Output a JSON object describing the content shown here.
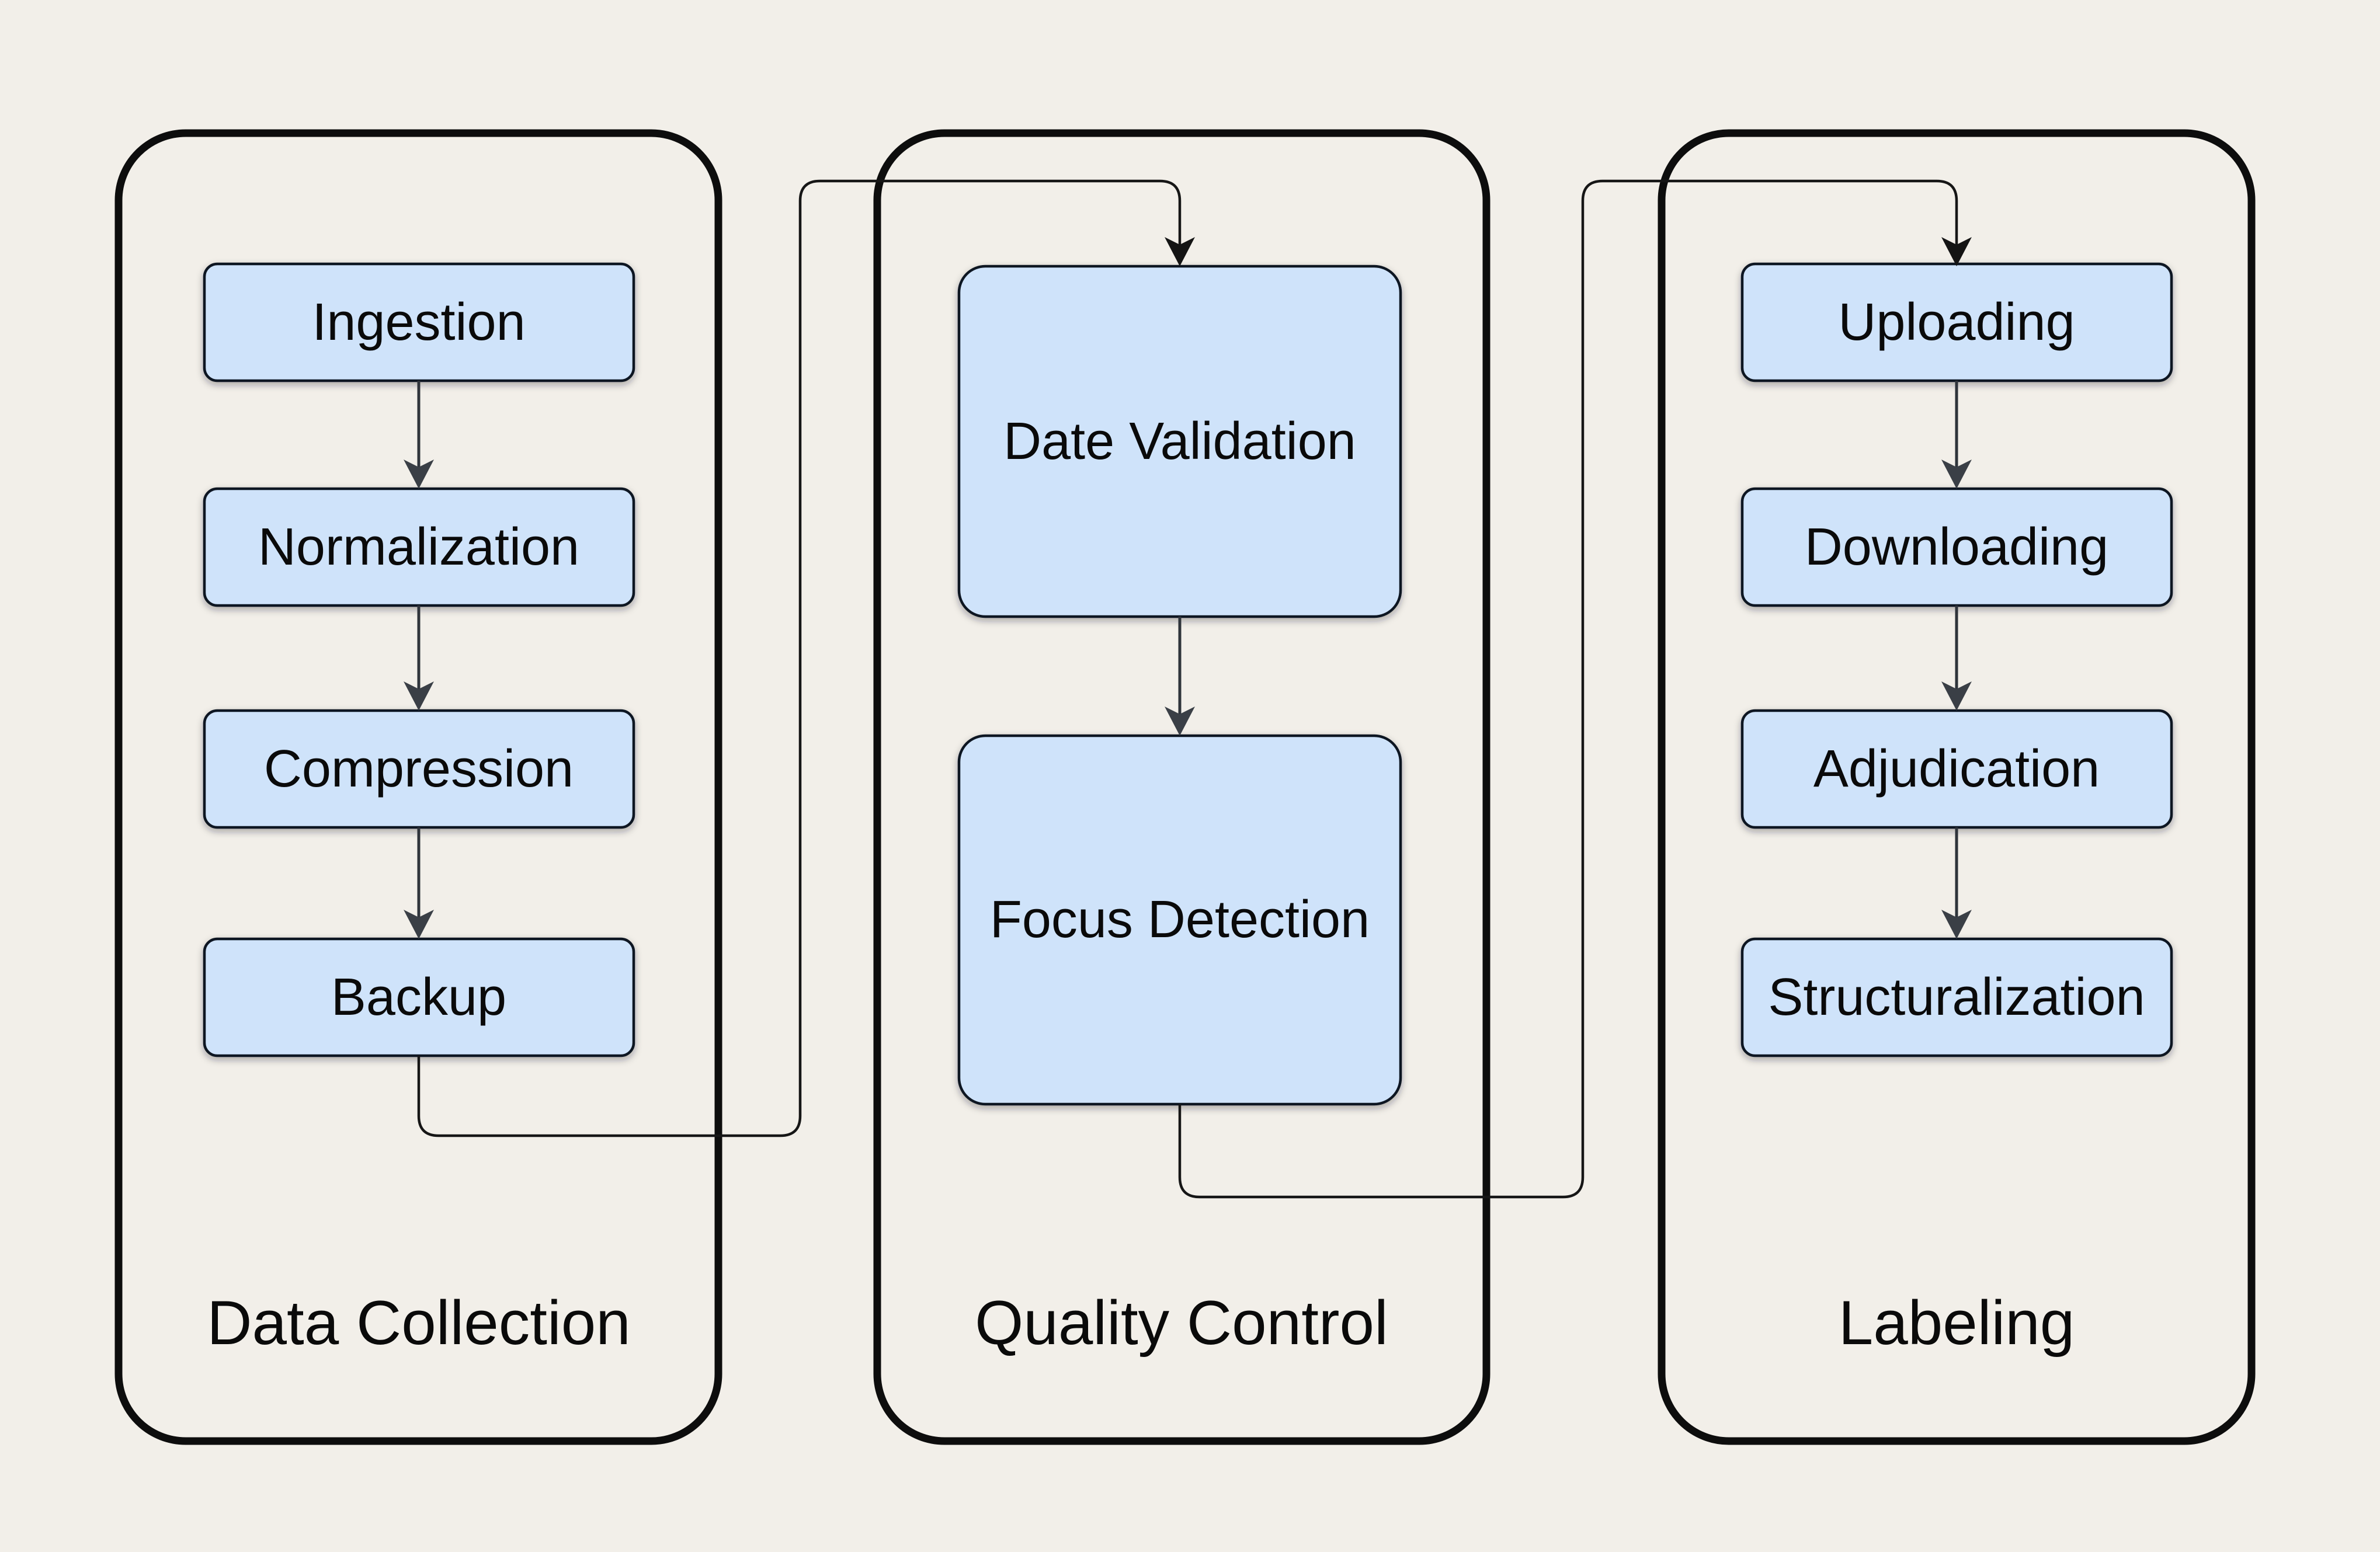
{
  "page": {
    "background": "#f2efe9"
  },
  "diagram": {
    "type": "flowchart",
    "groups": [
      {
        "label": "Data Collection",
        "steps": [
          "Ingestion",
          "Normalization",
          "Compression",
          "Backup"
        ]
      },
      {
        "label": "Quality Control",
        "steps": [
          "Date Validation",
          "Focus Detection"
        ]
      },
      {
        "label": "Labeling",
        "steps": [
          "Uploading",
          "Downloading",
          "Adjudication",
          "Structuralization"
        ]
      }
    ],
    "connections": [
      {
        "from": "Ingestion",
        "to": "Normalization"
      },
      {
        "from": "Normalization",
        "to": "Compression"
      },
      {
        "from": "Compression",
        "to": "Backup"
      },
      {
        "from": "Backup",
        "to": "Date Validation"
      },
      {
        "from": "Date Validation",
        "to": "Focus Detection"
      },
      {
        "from": "Focus Detection",
        "to": "Uploading"
      },
      {
        "from": "Uploading",
        "to": "Downloading"
      },
      {
        "from": "Downloading",
        "to": "Adjudication"
      },
      {
        "from": "Adjudication",
        "to": "Structuralization"
      }
    ],
    "colors": {
      "background": "#f2efe9",
      "node_fill": "#cfe3fa",
      "node_border": "#0e1420",
      "container_border": "#0d0d0d",
      "connector": "#161616",
      "arrowhead": "#3a3f46",
      "text": "#0a0a0a"
    }
  }
}
